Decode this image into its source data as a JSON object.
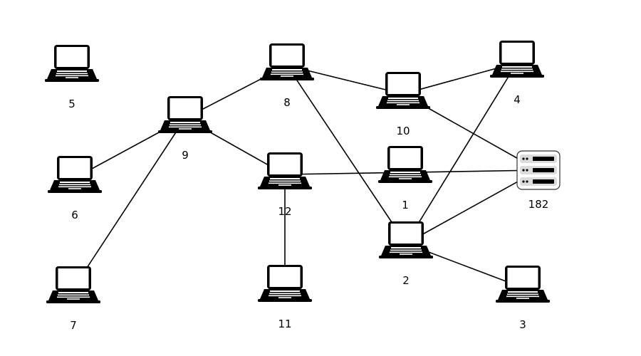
{
  "nodes": [
    {
      "id": "5",
      "label": "5",
      "type": "laptop-icon"
    },
    {
      "id": "6",
      "label": "6",
      "type": "laptop-icon"
    },
    {
      "id": "7",
      "label": "7",
      "type": "laptop-icon"
    },
    {
      "id": "9",
      "label": "9",
      "type": "laptop-icon"
    },
    {
      "id": "8",
      "label": "8",
      "type": "laptop-icon"
    },
    {
      "id": "12",
      "label": "12",
      "type": "laptop-icon"
    },
    {
      "id": "11",
      "label": "11",
      "type": "laptop-icon"
    },
    {
      "id": "10",
      "label": "10",
      "type": "laptop-icon"
    },
    {
      "id": "1",
      "label": "1",
      "type": "laptop-icon"
    },
    {
      "id": "2",
      "label": "2",
      "type": "laptop-icon"
    },
    {
      "id": "4",
      "label": "4",
      "type": "laptop-icon"
    },
    {
      "id": "3",
      "label": "3",
      "type": "laptop-icon"
    },
    {
      "id": "182",
      "label": "182",
      "type": "server-icon"
    }
  ],
  "edges": [
    [
      "9",
      "6"
    ],
    [
      "9",
      "7"
    ],
    [
      "9",
      "8"
    ],
    [
      "9",
      "12"
    ],
    [
      "8",
      "10"
    ],
    [
      "8",
      "2"
    ],
    [
      "12",
      "11"
    ],
    [
      "12",
      "182"
    ],
    [
      "10",
      "4"
    ],
    [
      "10",
      "182"
    ],
    [
      "2",
      "4"
    ],
    [
      "2",
      "182"
    ],
    [
      "2",
      "3"
    ]
  ]
}
